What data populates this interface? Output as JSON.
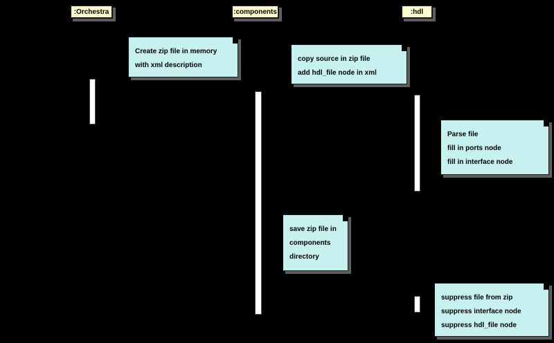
{
  "diagram": {
    "type": "uml-sequence-diagram",
    "participants": [
      {
        "label": ":Orchestra"
      },
      {
        "label": ":components"
      },
      {
        "label": ":hdl"
      }
    ],
    "notes": [
      {
        "lines": [
          "Create zip file in memory",
          "with xml description"
        ]
      },
      {
        "lines": [
          "copy source in zip file",
          "add hdl_file node in xml"
        ]
      },
      {
        "lines": [
          "Parse file",
          "fill in ports node",
          "fill in interface node"
        ]
      },
      {
        "lines": [
          "save zip file in",
          "components",
          "directory"
        ]
      },
      {
        "lines": [
          "suppress file from zip",
          "suppress interface node",
          "suppress hdl_file node"
        ]
      }
    ],
    "colors": {
      "background": "#000000",
      "participant_fill": "#FEFECE",
      "note_fill": "#C7F1F1",
      "activation_fill": "#FFFFFF",
      "shadow": "#5E5E5E",
      "border": "#141414",
      "text": "#000000"
    }
  }
}
